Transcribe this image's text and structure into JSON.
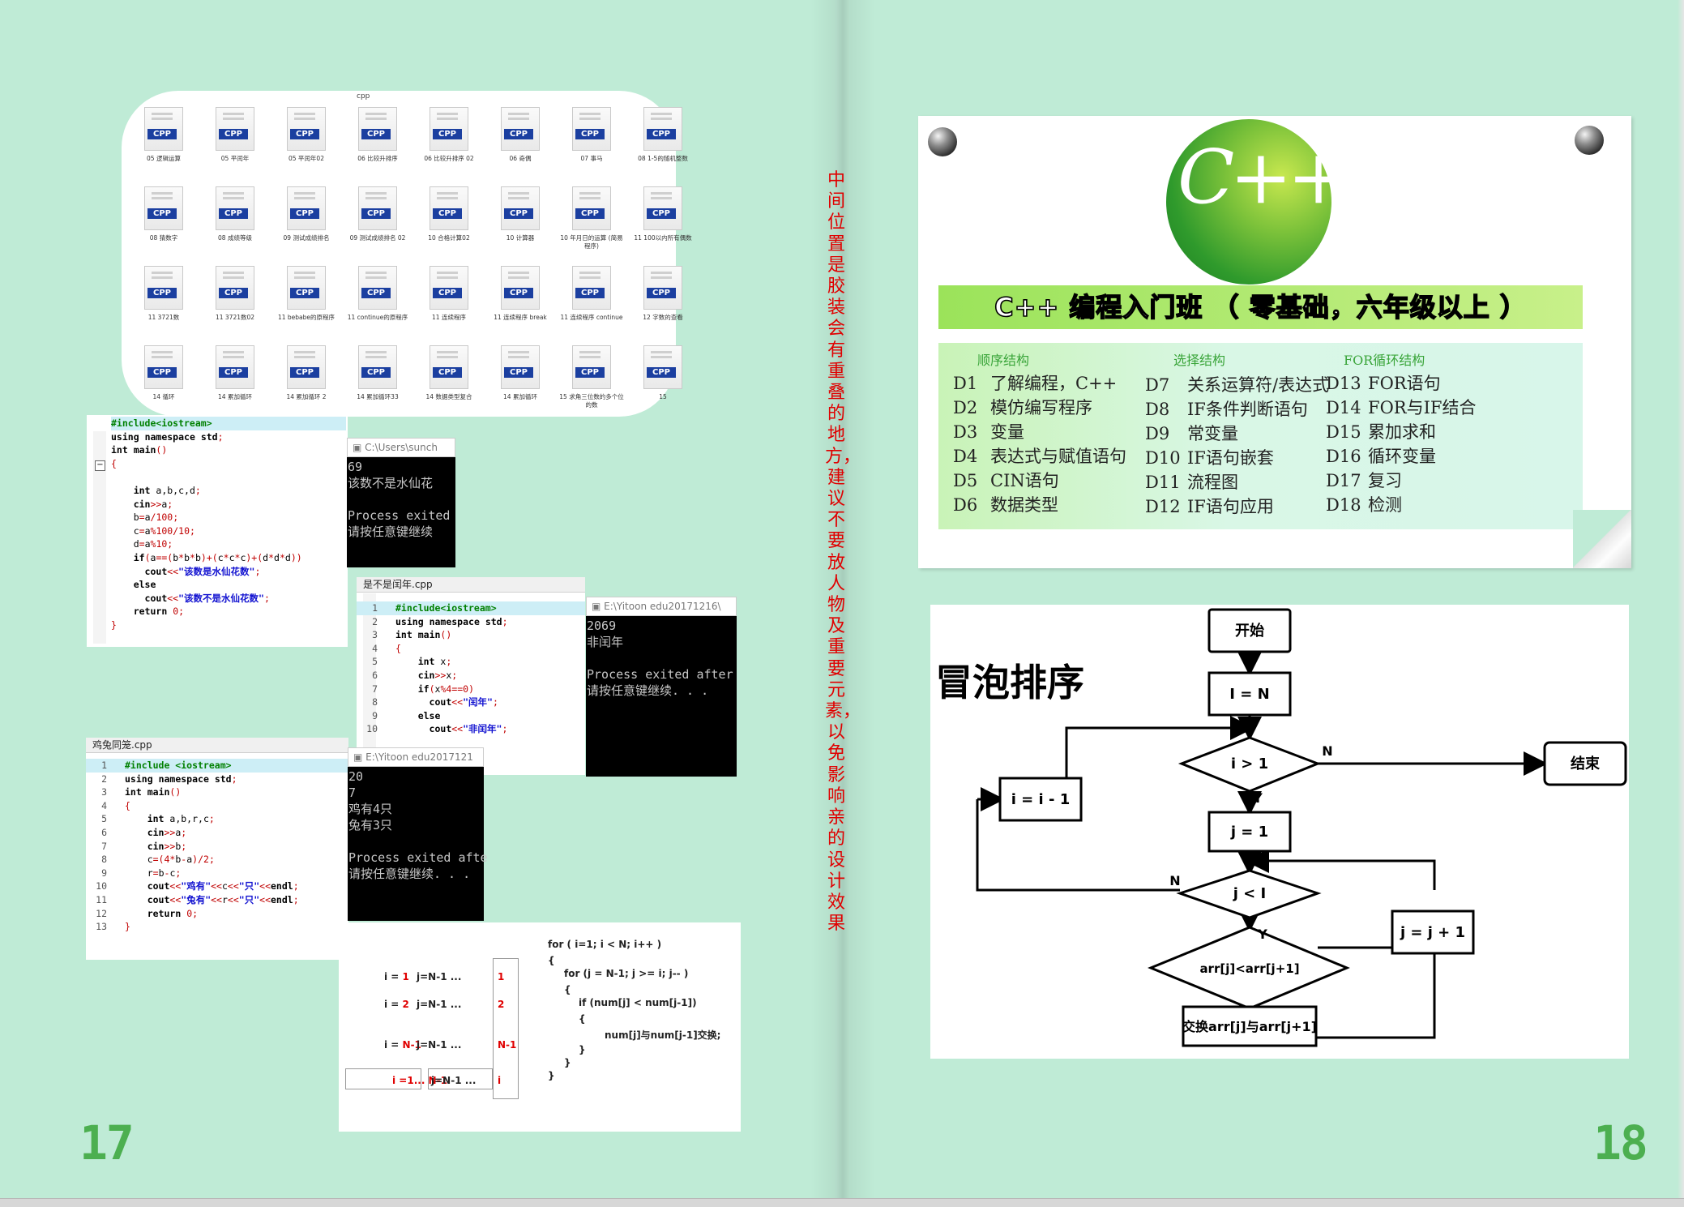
{
  "file_panel": {
    "top_label": "cpp",
    "files": [
      "05 逻辑运算",
      "05 平闰年",
      "05 平闰年02",
      "06 比较升排序",
      "06 比较升排序 02",
      "06 奇偶",
      "07 事马",
      "08 1-5的随机整数",
      "08 猜数字",
      "08 成绩等级",
      "09 测试成绩排名",
      "09 测试成绩排名 02",
      "10 合格计算02",
      "10 计算器",
      "10 年月日的运算 (简易程序)",
      "11 100以内所有偶数",
      "11 3721数",
      "11 3721数02",
      "11 bebabe的原程序",
      "11 continue的原程序",
      "11 连续程序",
      "11 连续程序 break",
      "11 连续程序 continue",
      "12 字数的查看",
      "14 循环",
      "14 累加循环",
      "14 累加循环 2",
      "14 累加循环33",
      "14 数据类型复合",
      "14 累加循环",
      "15 求角三位数的多个位的数",
      "15"
    ]
  },
  "win_narcissus": {
    "code": [
      "#include<iostream>",
      "using namespace std;",
      "int main()",
      "{",
      "",
      "    int a,b,c,d;",
      "    cin>>a;",
      "    b=a/100;",
      "    c=a%100/10;",
      "    d=a%10;",
      "    if(a==(b*b*b)+(c*c*c)+(d*d*d))",
      "      cout<<\"该数是水仙花数\";",
      "    else",
      "      cout<<\"该数不是水仙花数\";",
      "    return 0;",
      "}"
    ],
    "console_title": "C:\\Users\\sunch",
    "console_output": "69\n该数不是水仙花\n\nProcess exited\n请按任意键继续"
  },
  "win_leapyear": {
    "tab": "是不是闰年.cpp",
    "code": [
      "#include<iostream>",
      "using namespace std;",
      "int main()",
      "{",
      "    int x;",
      "    cin>>x;",
      "    if(x%4==0)",
      "      cout<<\"闰年\";",
      "    else",
      "      cout<<\"非闰年\";"
    ],
    "console_title": "E:\\Yitoon edu20171216\\",
    "console_output": "2069\n非闰年\n\nProcess exited after\n请按任意键继续. . ."
  },
  "win_chicken": {
    "tab": "鸡兔同笼.cpp",
    "code": [
      "#include <iostream>",
      "using namespace std;",
      "int main()",
      "{",
      "    int a,b,r,c;",
      "    cin>>a;",
      "    cin>>b;",
      "    c=(4*b-a)/2;",
      "    r=b-c;",
      "    cout<<\"鸡有\"<<c<<\"只\"<<endl;",
      "    cout<<\"兔有\"<<r<<\"只\"<<endl;",
      "    return 0;",
      "}"
    ],
    "console_title": "E:\\Yitoon edu2017121",
    "console_output": "20\n7\n鸡有4只\n兔有3只\n\nProcess exited afte\n请按任意键继续. . ."
  },
  "bubble_panel": {
    "rows": [
      {
        "i": "i = 1",
        "j": "j=N-1 ...",
        "k": "1"
      },
      {
        "i": "i = 2",
        "j": "j=N-1 ...",
        "k": "2"
      },
      {
        "i": "i = N-1",
        "j": "j=N-1 ...",
        "k": "N-1"
      }
    ],
    "foot": {
      "i": "i =1... N-1",
      "j": "j=N-1 ...",
      "k": "i"
    },
    "code": [
      "for ( i=1; i < N;  i++ )",
      "{",
      "  for (j = N-1; j >= i;  j-- )",
      "  {",
      "    if (num[j] < num[j-1])",
      "    {",
      "        num[j]与num[j-1]交换;",
      "    }",
      "  }",
      "}"
    ]
  },
  "vertical_note": "中间位置是胶装会有重叠的地方，建议不要放人物及重要元素，以免影响亲的设计效果",
  "page_numbers": {
    "left": "17",
    "right": "18"
  },
  "course_card": {
    "logo": "C++",
    "title": "C++ 编程入门班 （ 零基础，六年级以上 ）",
    "columns": [
      {
        "head": "顺序结构",
        "items": [
          {
            "d": "D1",
            "t": "了解编程，C++"
          },
          {
            "d": "D2",
            "t": "模仿编写程序"
          },
          {
            "d": "D3",
            "t": "变量"
          },
          {
            "d": "D4",
            "t": "表达式与赋值语句"
          },
          {
            "d": "D5",
            "t": "CIN语句"
          },
          {
            "d": "D6",
            "t": "数据类型"
          }
        ]
      },
      {
        "head": "选择结构",
        "items": [
          {
            "d": "D7",
            "t": "关系运算符/表达式"
          },
          {
            "d": "D8",
            "t": "IF条件判断语句"
          },
          {
            "d": "D9",
            "t": "常变量"
          },
          {
            "d": "D10",
            "t": "IF语句嵌套"
          },
          {
            "d": "D11",
            "t": "流程图"
          },
          {
            "d": "D12",
            "t": "IF语句应用"
          }
        ]
      },
      {
        "head": "FOR循环结构",
        "items": [
          {
            "d": "D13",
            "t": "FOR语句"
          },
          {
            "d": "D14",
            "t": "FOR与IF结合"
          },
          {
            "d": "D15",
            "t": "累加求和"
          },
          {
            "d": "D16",
            "t": "循环变量"
          },
          {
            "d": "D17",
            "t": "复习"
          },
          {
            "d": "D18",
            "t": "检测"
          }
        ]
      }
    ]
  },
  "flowchart": {
    "title": "冒泡排序",
    "start": "开始",
    "init_i": "I = N",
    "cond_i": "i > 1",
    "end": "结束",
    "dec_i": "i = i - 1",
    "init_j": "j = 1",
    "cond_j": "j < I",
    "inc_j": "j = j + 1",
    "cond_cmp": "arr[j]<arr[j+1]",
    "swap": "交换arr[j]与arr[j+1]",
    "yes": "Y",
    "no": "N"
  }
}
